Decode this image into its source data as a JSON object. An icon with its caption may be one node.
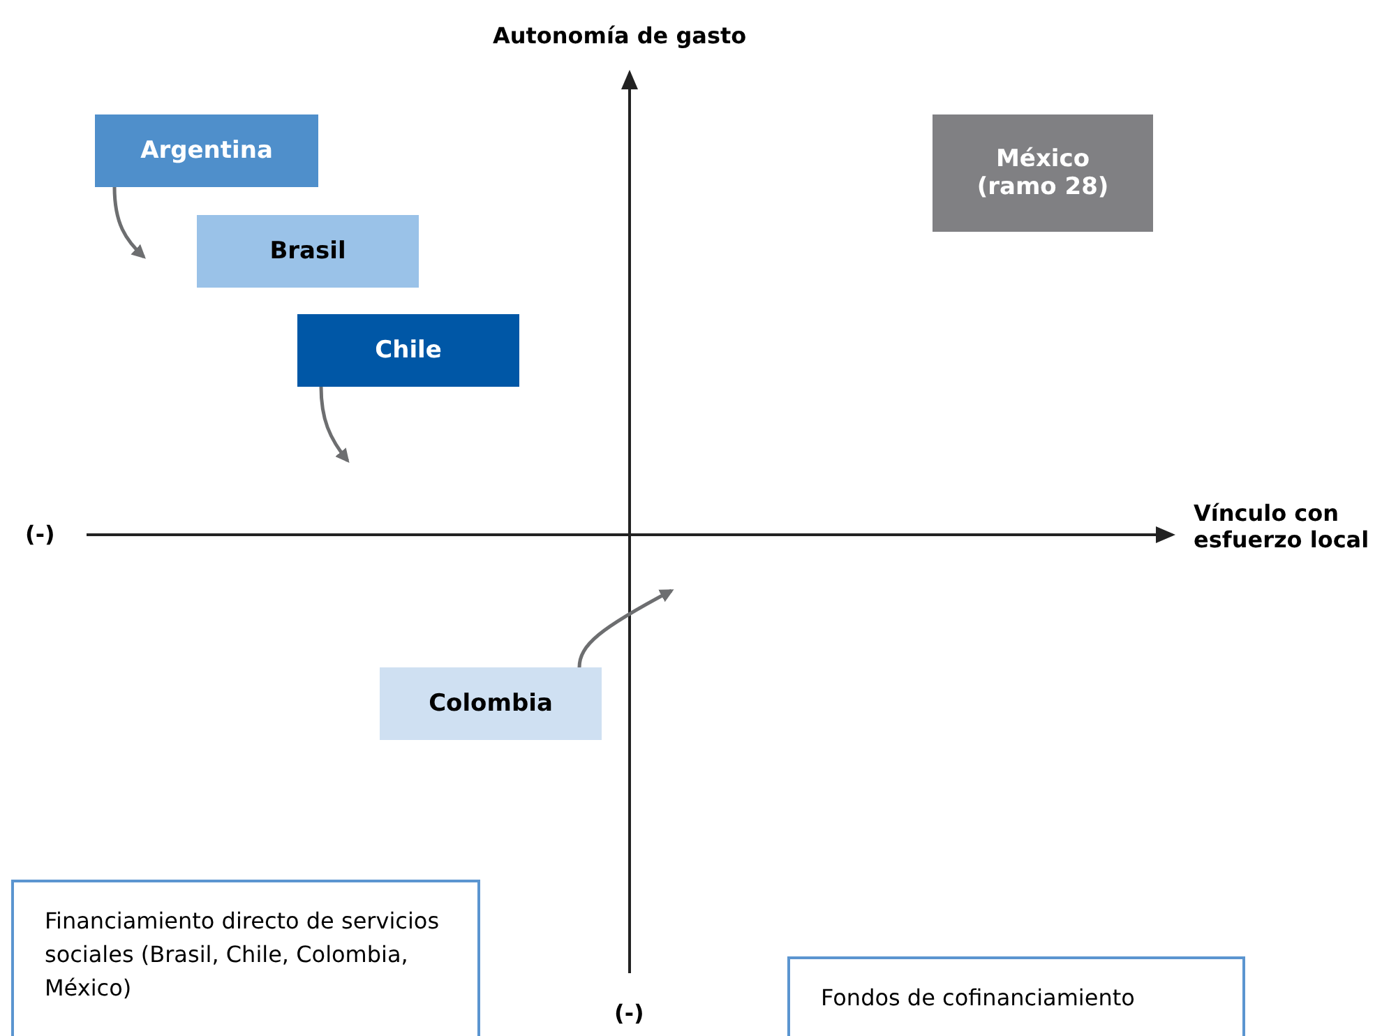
{
  "diagram": {
    "nodes": [
      {
        "text": [
          "Argentina"
        ]
      },
      {
        "text": [
          "México (ramo 28)"
        ]
      },
      {
        "text": [
          "Brasil"
        ]
      },
      {
        "text": [
          "Chile"
        ]
      },
      {
        "text": [
          "Colombia"
        ]
      },
      {
        "text": [
          "Financiamiento directo de servicios sociales (Brasil, Chile, Colombia, México)"
        ]
      },
      {
        "text": [
          "Fondos de cofinanciamiento"
        ]
      }
    ],
    "edges": [
      {
        "from": 0,
        "to": null,
        "arrow": "to"
      },
      {
        "from": 3,
        "to": null,
        "arrow": "to"
      },
      {
        "from": 4,
        "to": null,
        "arrow": "to"
      }
    ],
    "labels": [
      "Autonomía de gasto",
      "Vínculo con esfuerzo local",
      "(-)",
      "(-)"
    ]
  }
}
